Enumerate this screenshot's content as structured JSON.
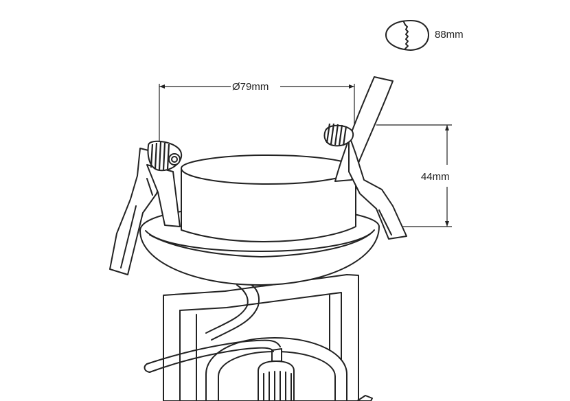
{
  "cutout_label": "88mm",
  "diameter_label": "Ø79mm",
  "height_label": "44mm",
  "colors": {
    "stroke": "#222222",
    "background": "#ffffff"
  },
  "icons": {
    "cutout": "hole-saw-icon"
  }
}
